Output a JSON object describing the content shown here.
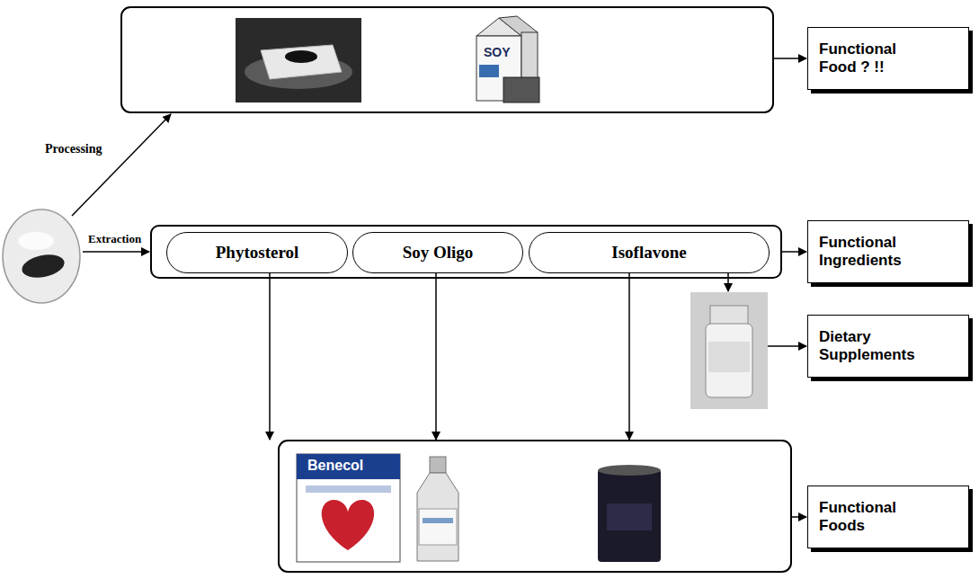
{
  "diagram": {
    "nodes": [
      {
        "text": [
          "Functional Food ? !!"
        ]
      },
      {
        "text": []
      },
      {
        "text": [
          "Phytosterol"
        ],
        "in": 1
      },
      {
        "text": [
          "Soy Oligo"
        ],
        "in": 1
      },
      {
        "text": [
          "Isoflavone"
        ],
        "in": 1
      },
      {
        "text": [
          "Functional Ingredients"
        ]
      },
      {
        "text": [
          "Dietary Supplements"
        ]
      },
      {
        "text": [
          "Functional Foods"
        ]
      }
    ],
    "edges": [
      {
        "from": 1,
        "to": 5,
        "arrow": "to"
      }
    ],
    "labels": [
      "SOY",
      "Processing",
      "Extraction",
      "Benecol"
    ]
  }
}
